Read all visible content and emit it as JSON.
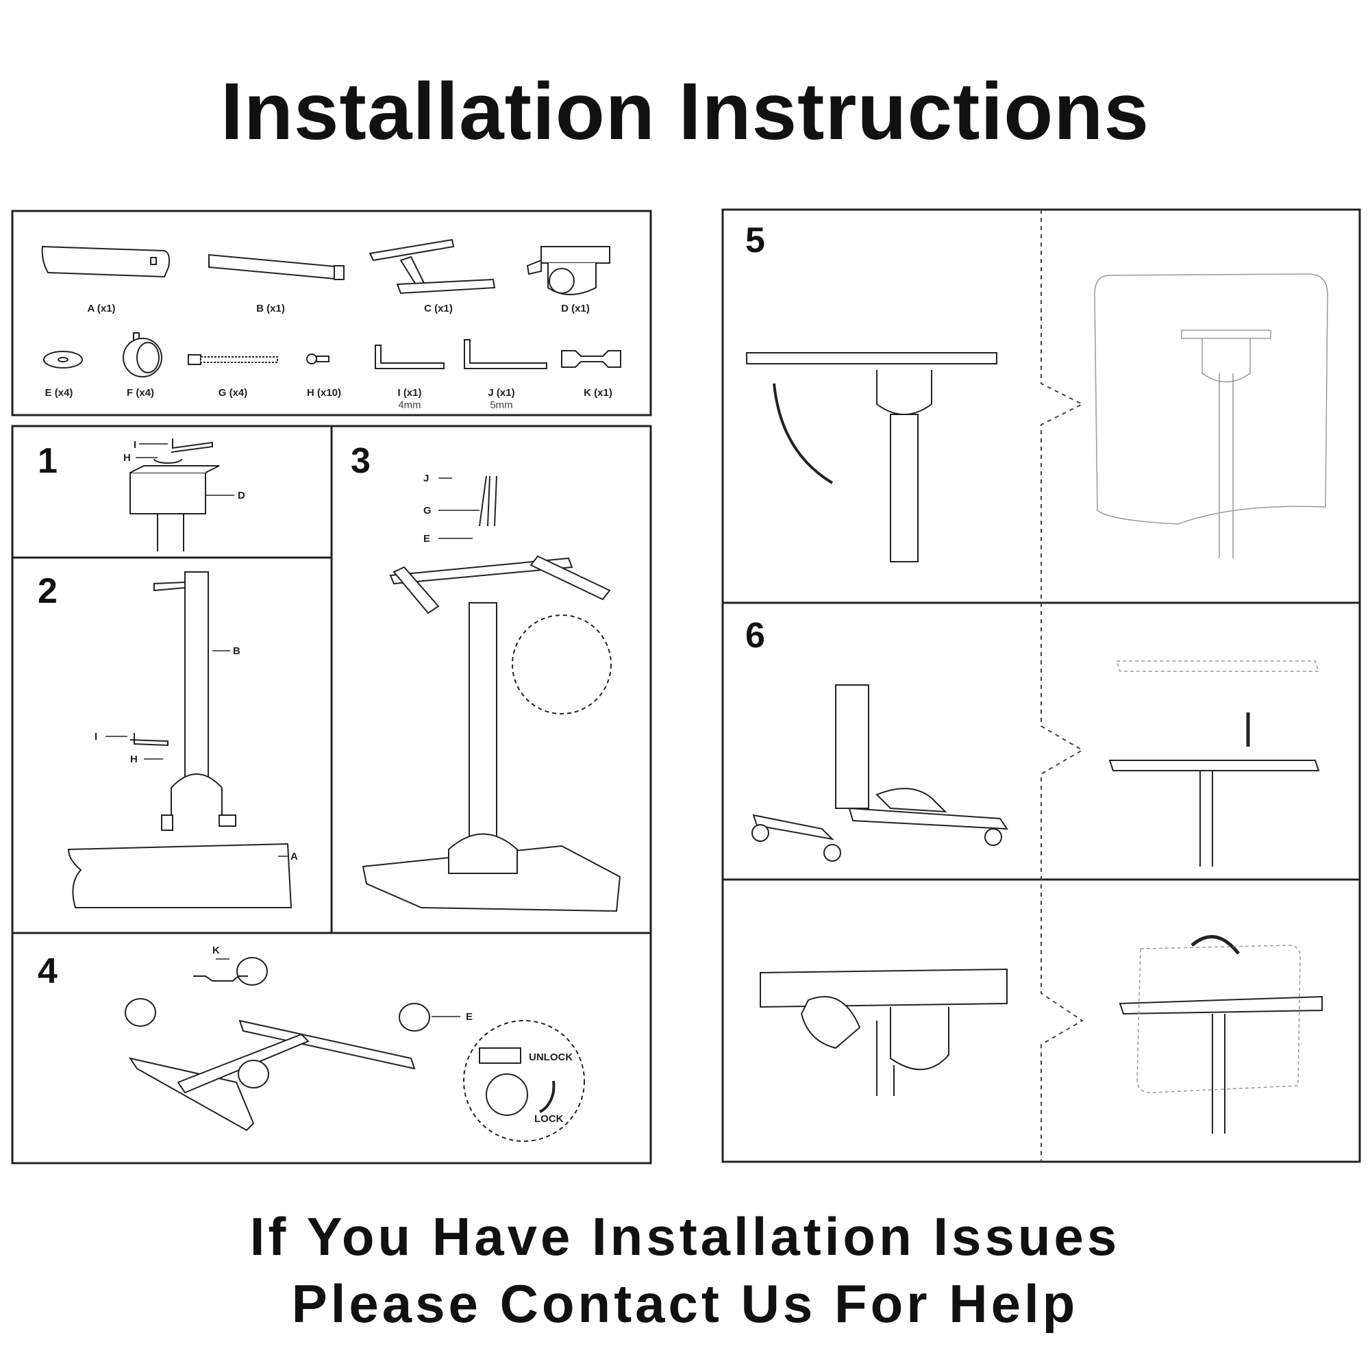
{
  "title": "Installation Instructions",
  "parts": [
    {
      "id": "A",
      "label": "A (x1)"
    },
    {
      "id": "B",
      "label": "B (x1)"
    },
    {
      "id": "C",
      "label": "C (x1)"
    },
    {
      "id": "D",
      "label": "D (x1)"
    },
    {
      "id": "E",
      "label": "E (x4)"
    },
    {
      "id": "F",
      "label": "F (x4)"
    },
    {
      "id": "G",
      "label": "G (x4)"
    },
    {
      "id": "H",
      "label": "H (x10)"
    },
    {
      "id": "I",
      "label": "I (x1)",
      "size": "4mm"
    },
    {
      "id": "J",
      "label": "J (x1)",
      "size": "5mm"
    },
    {
      "id": "K",
      "label": "K (x1)"
    }
  ],
  "steps": {
    "s1": {
      "number": "1",
      "tags": {
        "i": "I",
        "h": "H",
        "d": "D"
      }
    },
    "s2": {
      "number": "2",
      "tags": {
        "b": "B",
        "i": "I",
        "h": "H",
        "a": "A"
      }
    },
    "s3": {
      "number": "3",
      "tags": {
        "j": "J",
        "g": "G",
        "e": "E"
      }
    },
    "s4": {
      "number": "4",
      "tags": {
        "k": "K",
        "e": "E",
        "unlock": "UNLOCK",
        "lock": "LOCK"
      }
    },
    "s5": {
      "number": "5"
    },
    "s6": {
      "number": "6"
    }
  },
  "footer": {
    "line1": "If You Have Installation Issues",
    "line2": "Please Contact Us For Help"
  }
}
